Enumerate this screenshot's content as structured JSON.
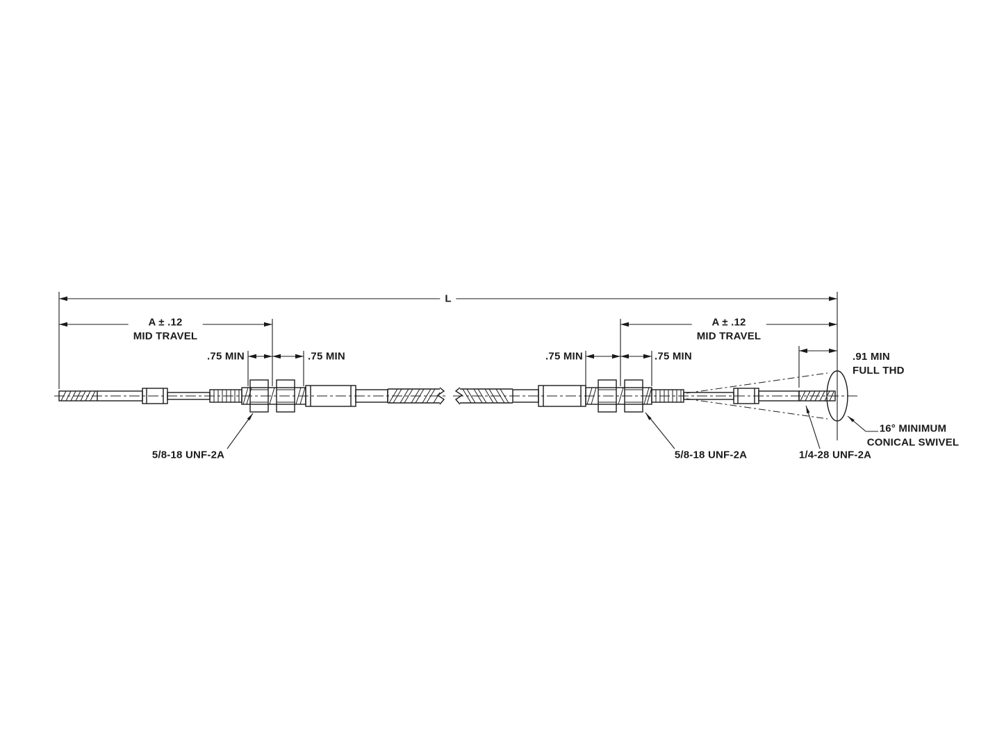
{
  "page": {
    "background": "#ffffff"
  },
  "diagram": {
    "dims": {
      "overall": "L",
      "mid_travel_left_value": "A ± .12",
      "mid_travel_left_caption": "MID TRAVEL",
      "mid_travel_right_value": "A ± .12",
      "mid_travel_right_caption": "MID TRAVEL",
      "min_left_outer": ".75 MIN",
      "min_left_inner": ".75 MIN",
      "min_right_outer": ".75 MIN",
      "min_right_inner": ".75 MIN",
      "full_thd_value": ".91 MIN",
      "full_thd_caption": "FULL THD"
    },
    "callouts": {
      "thread_left": "5/8-18 UNF-2A",
      "thread_right": "5/8-18 UNF-2A",
      "rod_end_thread": "1/4-28 UNF-2A",
      "swivel_line1": "16° MINIMUM",
      "swivel_line2": "CONICAL SWIVEL"
    },
    "colors": {
      "line": "#1a1a1a",
      "background": "#ffffff"
    }
  }
}
